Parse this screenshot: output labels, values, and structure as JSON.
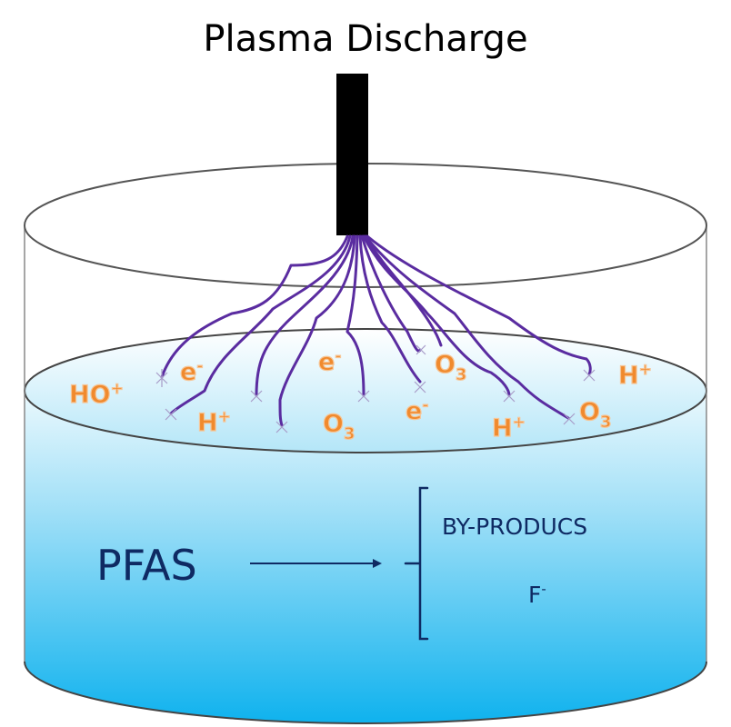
{
  "title": "Plasma Discharge",
  "electrode": {
    "color": "#000000"
  },
  "discharge": {
    "color": "#5a2ca0",
    "filament_count": 11
  },
  "surface_species": [
    {
      "base": "HO",
      "sup": "+",
      "sub": ""
    },
    {
      "base": "e",
      "sup": "-",
      "sub": ""
    },
    {
      "base": "H",
      "sup": "+",
      "sub": ""
    },
    {
      "base": "e",
      "sup": "-",
      "sub": ""
    },
    {
      "base": "O",
      "sup": "",
      "sub": "3"
    },
    {
      "base": "e",
      "sup": "-",
      "sub": ""
    },
    {
      "base": "O",
      "sup": "",
      "sub": "3"
    },
    {
      "base": "H",
      "sup": "+",
      "sub": ""
    },
    {
      "base": "H",
      "sup": "+",
      "sub": ""
    },
    {
      "base": "O",
      "sup": "",
      "sub": "3"
    }
  ],
  "reaction": {
    "reactant": "PFAS",
    "products": [
      {
        "text": "BY-PRODUCS",
        "sup": ""
      },
      {
        "text": "F",
        "sup": "-"
      }
    ]
  },
  "colors": {
    "species": "#f08a2e",
    "reaction_text": "#0f2a63",
    "water_top": "#e6f7fd",
    "water_mid": "#9fdff7",
    "water_bottom": "#0fb2ee",
    "vessel_outline": "#555555"
  }
}
